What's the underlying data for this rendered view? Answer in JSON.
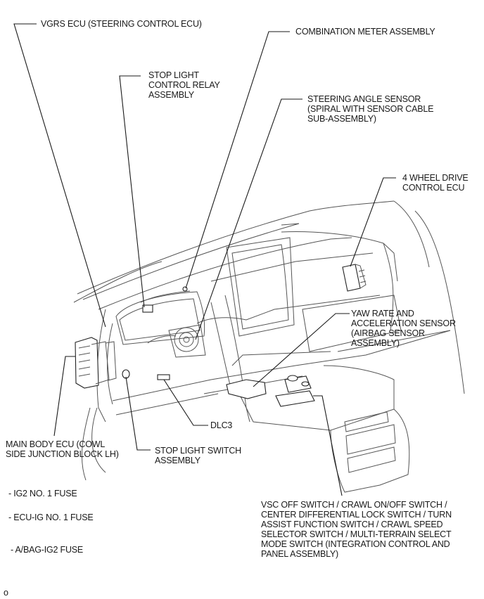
{
  "diagram": {
    "labels": {
      "vgrs_ecu": "VGRS ECU (STEERING CONTROL ECU)",
      "stop_light_relay": "STOP LIGHT\nCONTROL RELAY\nASSEMBLY",
      "combination_meter": "COMBINATION METER ASSEMBLY",
      "steering_angle_sensor": "STEERING ANGLE SENSOR\n(SPIRAL WITH SENSOR CABLE\nSUB-ASSEMBLY)",
      "four_wd_ecu": "4 WHEEL DRIVE\nCONTROL ECU",
      "yaw_rate_sensor": "YAW RATE AND\nACCELERATION SENSOR\n(AIRBAG SENSOR\nASSEMBLY)",
      "main_body_ecu": "MAIN BODY ECU (COWL\nSIDE JUNCTION BLOCK LH)",
      "dlc3": "DLC3",
      "stop_light_switch": "STOP LIGHT SWITCH\nASSEMBLY",
      "integration_panel": "VSC OFF SWITCH / CRAWL ON/OFF SWITCH /\nCENTER DIFFERENTIAL LOCK SWITCH / TURN\nASSIST FUNCTION SWITCH / CRAWL SPEED\nSELECTOR SWITCH / MULTI-TERRAIN SELECT\nMODE SWITCH (INTEGRATION CONTROL AND\nPANEL ASSEMBLY)"
    },
    "fuses": [
      "- IG2 NO. 1 FUSE",
      "- ECU-IG NO. 1 FUSE",
      "- A/BAG-IG2 FUSE"
    ],
    "footer_mark": "o"
  }
}
